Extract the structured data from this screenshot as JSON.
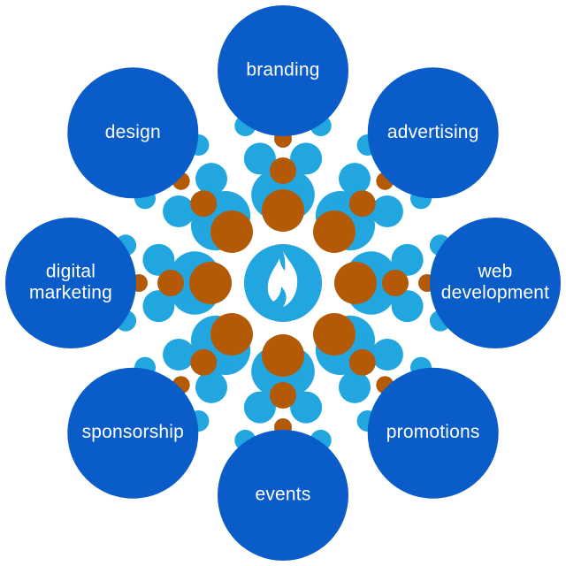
{
  "colors": {
    "node": "#0a5cc9",
    "ring_blue": "#21a6df",
    "ring_brown": "#b45a07",
    "center": "#21a6df",
    "flame": "#ffffff"
  },
  "center_icon": "flame-icon",
  "nodes": [
    {
      "id": "branding",
      "lines": [
        "branding"
      ]
    },
    {
      "id": "advertising",
      "lines": [
        "advertising"
      ]
    },
    {
      "id": "web-development",
      "lines": [
        "web",
        "development"
      ]
    },
    {
      "id": "promotions",
      "lines": [
        "promotions"
      ]
    },
    {
      "id": "events",
      "lines": [
        "events"
      ]
    },
    {
      "id": "sponsorship",
      "lines": [
        "sponsorship"
      ]
    },
    {
      "id": "digital-marketing",
      "lines": [
        "digital",
        "marketing"
      ]
    },
    {
      "id": "design",
      "lines": [
        "design"
      ]
    }
  ]
}
